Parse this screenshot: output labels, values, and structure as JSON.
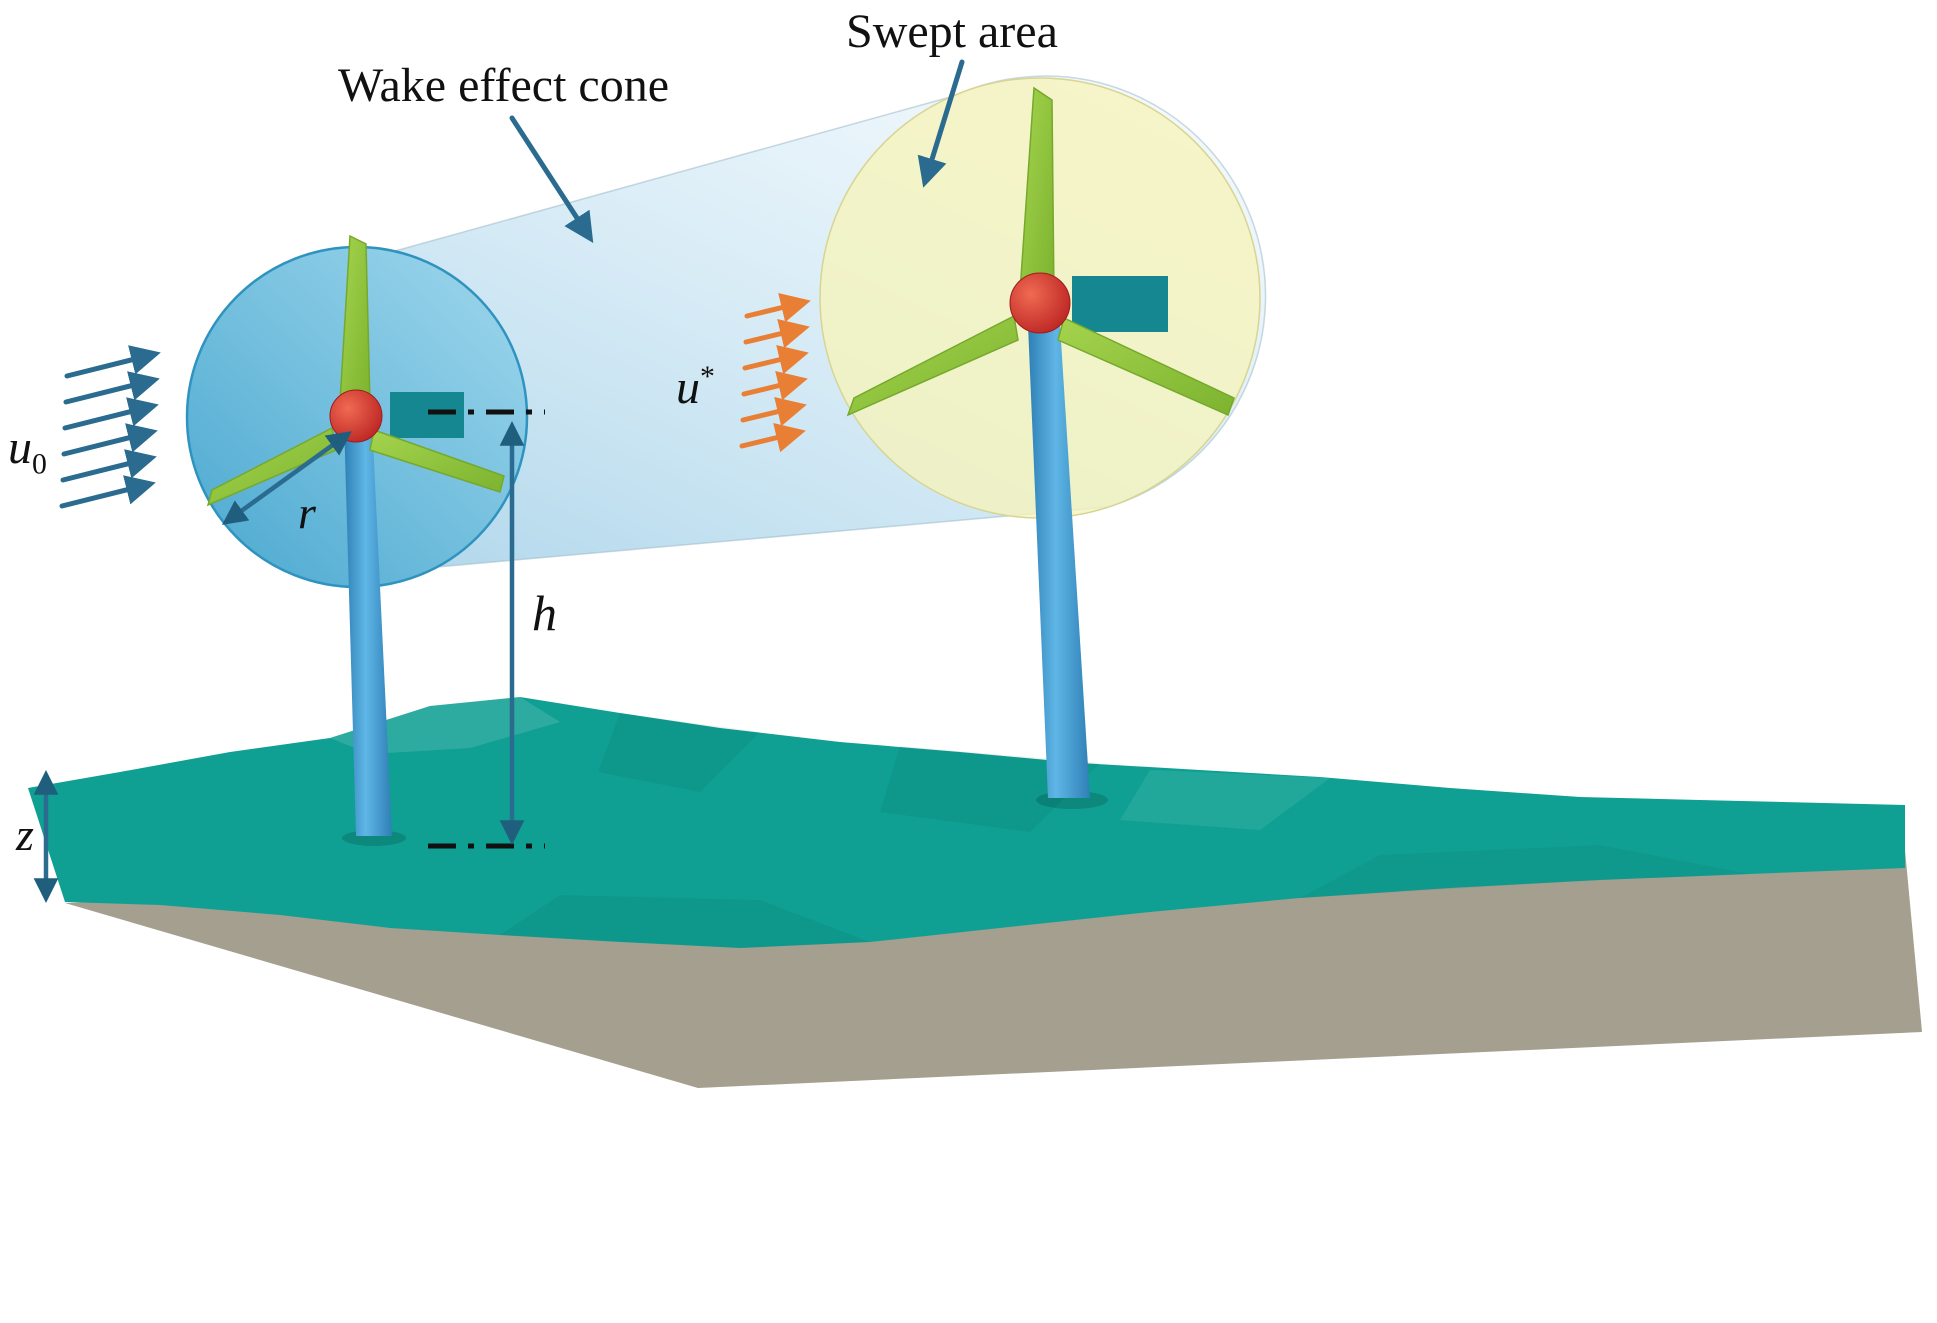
{
  "figure": {
    "title_swept_area": "Swept area",
    "title_wake_cone": "Wake effect cone",
    "label_u0_base": "u",
    "label_u0_sub": "0",
    "label_ustar_base": "u",
    "label_ustar_sup": "*",
    "label_r": "r",
    "label_h": "h",
    "label_z": "z",
    "inflow_arrow_count": 6,
    "wake_arrow_count": 6
  },
  "colors": {
    "wake_cone": "#cde7f4",
    "swept_area": "#f6f4ba",
    "rotor_disc": "#57b8dc",
    "blade_green": "#8dc63f",
    "hub_red": "#d62b2b",
    "tower_blue": "#3f96cc",
    "nacelle_teal": "#148791",
    "terrain_teal": "#10a093",
    "ground_gray": "#a59f90",
    "arrow_blue": "#2a6b8f",
    "arrow_orange": "#e87f35",
    "text_black": "#111111"
  }
}
